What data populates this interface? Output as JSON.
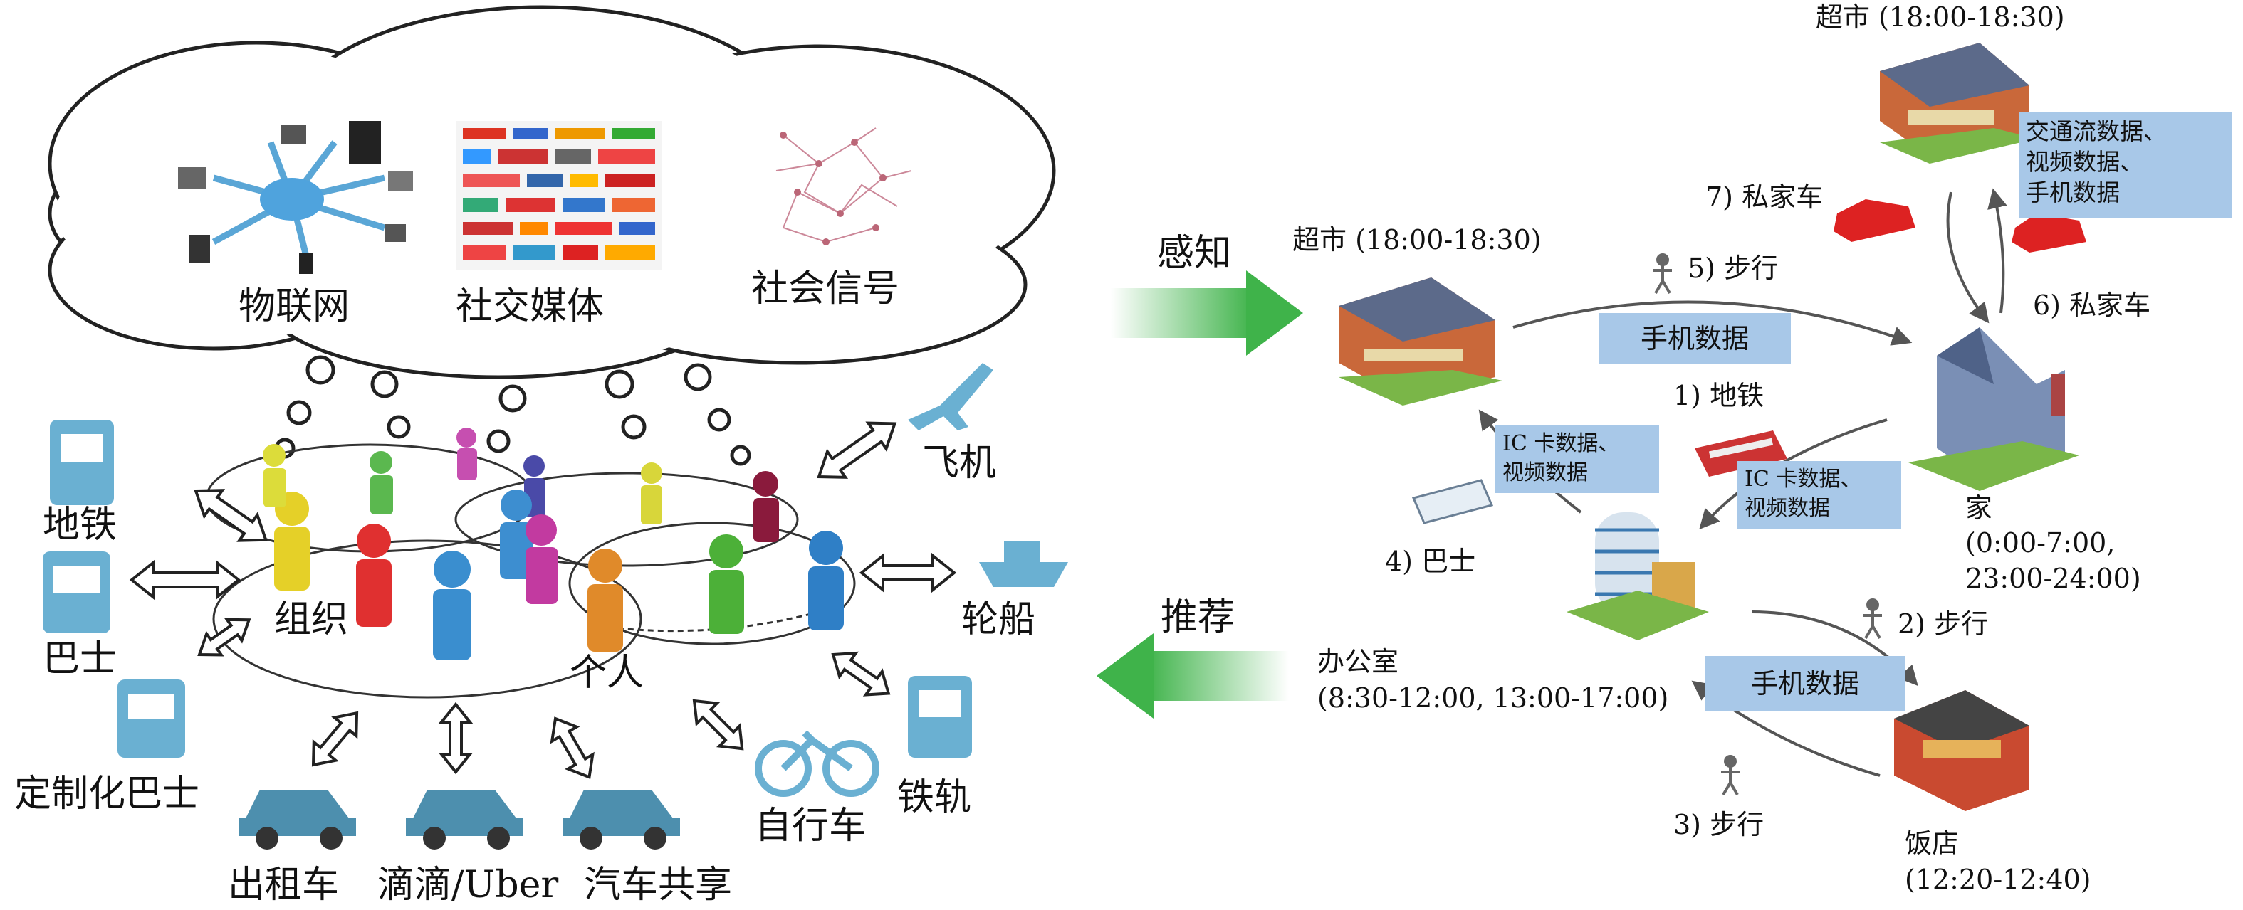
{
  "cloud": {
    "iot": "物联网",
    "social_media": "社交媒体",
    "social_signal": "社会信号"
  },
  "network": {
    "organization": "组织",
    "individual": "个人"
  },
  "transport": {
    "subway": "地铁",
    "bus": "巴士",
    "custom_bus": "定制化巴士",
    "taxi": "出租车",
    "didi_uber": "滴滴/Uber",
    "car_sharing": "汽车共享",
    "bicycle": "自行车",
    "railway": "铁轨",
    "ship": "轮船",
    "airplane": "飞机"
  },
  "arrows": {
    "perceive": "感知",
    "recommend": "推荐"
  },
  "places": {
    "supermarket_top": "超市 (18:00-18:30)",
    "supermarket_left": "超市 (18:00-18:30)",
    "home": [
      "家",
      "(0:00-7:00,",
      "23:00-24:00)"
    ],
    "office": [
      "办公室",
      "(8:30-12:00, 13:00-17:00)"
    ],
    "restaurant": [
      "饭店",
      "(12:20-12:40)"
    ]
  },
  "trips": {
    "t1": "1) 地铁",
    "t2": "2) 步行",
    "t3": "3) 步行",
    "t4": "4) 巴士",
    "t5": "5) 步行",
    "t6": "6) 私家车",
    "t7": "7) 私家车"
  },
  "data_boxes": {
    "traffic": [
      "交通流数据、",
      "视频数据、",
      "手机数据"
    ],
    "phone_top": "手机数据",
    "phone_bottom": "手机数据",
    "ic_left": [
      "IC 卡数据、",
      "视频数据"
    ],
    "ic_right": [
      "IC 卡数据、",
      "视频数据"
    ]
  },
  "colors": {
    "green_arrow": "#3fb34a",
    "data_box": "#a8c8e8",
    "icon_blue": "#4d8fae"
  }
}
